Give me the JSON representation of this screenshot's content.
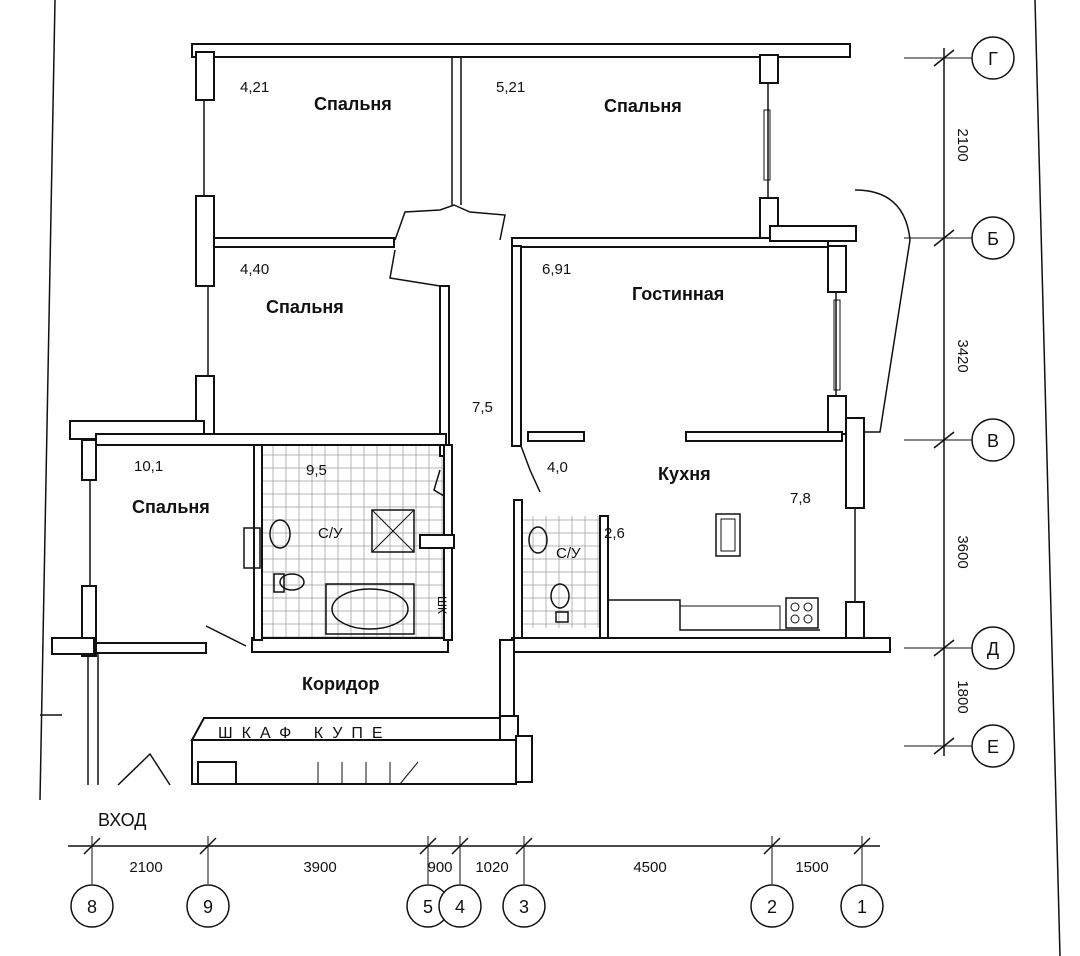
{
  "rooms": {
    "bedroom_1": {
      "label": "Спальня",
      "area": "4,21"
    },
    "bedroom_2": {
      "label": "Спальня",
      "area": "5,21"
    },
    "bedroom_3": {
      "label": "Спальня",
      "area": "4,40"
    },
    "bedroom_4": {
      "label": "Спальня",
      "area": "10,1"
    },
    "living": {
      "label": "Гостинная",
      "area": "6,91"
    },
    "kitchen": {
      "label": "Кухня",
      "area": "7,8"
    },
    "hall_area": "7,5",
    "hall2_area": "4,0",
    "bath_1": {
      "label": "С/У",
      "area": "9,5"
    },
    "bath_2": {
      "label": "С/У",
      "area": "2,6"
    },
    "corridor": {
      "label": "Коридор"
    },
    "wardrobe": "ШКАФ КУПЕ",
    "closet": "ШК",
    "entrance": "ВХОД"
  },
  "axes_horizontal": {
    "labels": [
      "8",
      "9",
      "5",
      "4",
      "3",
      "2",
      "1"
    ],
    "dimensions": [
      "2100",
      "3900",
      "900",
      "1020",
      "4500",
      "1500"
    ]
  },
  "axes_vertical": {
    "labels": [
      "Г",
      "Б",
      "В",
      "Д",
      "Е"
    ],
    "dimensions": [
      "2100",
      "3420",
      "3600",
      "1800"
    ]
  }
}
